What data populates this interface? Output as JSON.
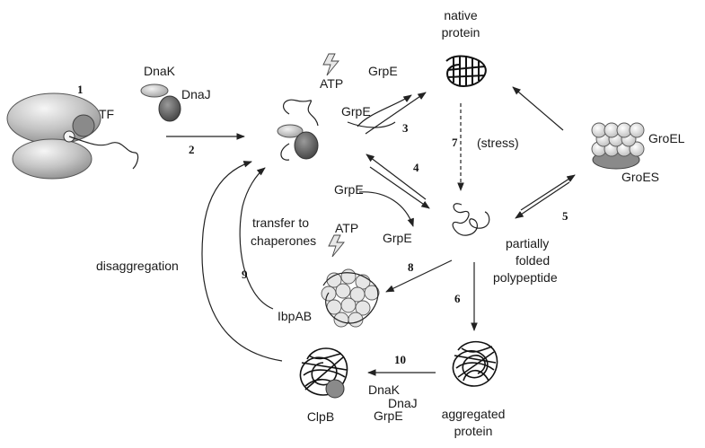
{
  "labels": {
    "tf": "TF",
    "dnak_top": "DnaK",
    "dnaj_top": "DnaJ",
    "atp_top": "ATP",
    "grpe_top1": "GrpE",
    "grpe_top2": "GrpE",
    "native_line1": "native",
    "native_line2": "protein",
    "stress": "(stress)",
    "groel": "GroEL",
    "groes": "GroES",
    "grpe_mid1": "GrpE",
    "grpe_mid2": "GrpE",
    "atp_mid": "ATP",
    "transfer_line1": "transfer to",
    "transfer_line2": "chaperones",
    "disaggregation": "disaggregation",
    "partial_line1": "partially",
    "partial_line2": "folded",
    "partial_line3": "polypeptide",
    "ibpab": "IbpAB",
    "clpb": "ClpB",
    "dnak_bottom": "DnaK",
    "dnaj_bottom": "DnaJ",
    "grpe_bottom": "GrpE",
    "aggregated_line1": "aggregated",
    "aggregated_line2": "protein"
  },
  "steps": [
    "1",
    "2",
    "3",
    "4",
    "5",
    "6",
    "7",
    "8",
    "9",
    "10"
  ],
  "colors": {
    "ink": "#1a1a1a",
    "ribosome_light": "#f4f4f4",
    "ribosome_dark": "#9a9a9a",
    "tf": "#8a8a8a",
    "dnak": "#cfcfcf",
    "dnaj": "#5a5a5a"
  }
}
